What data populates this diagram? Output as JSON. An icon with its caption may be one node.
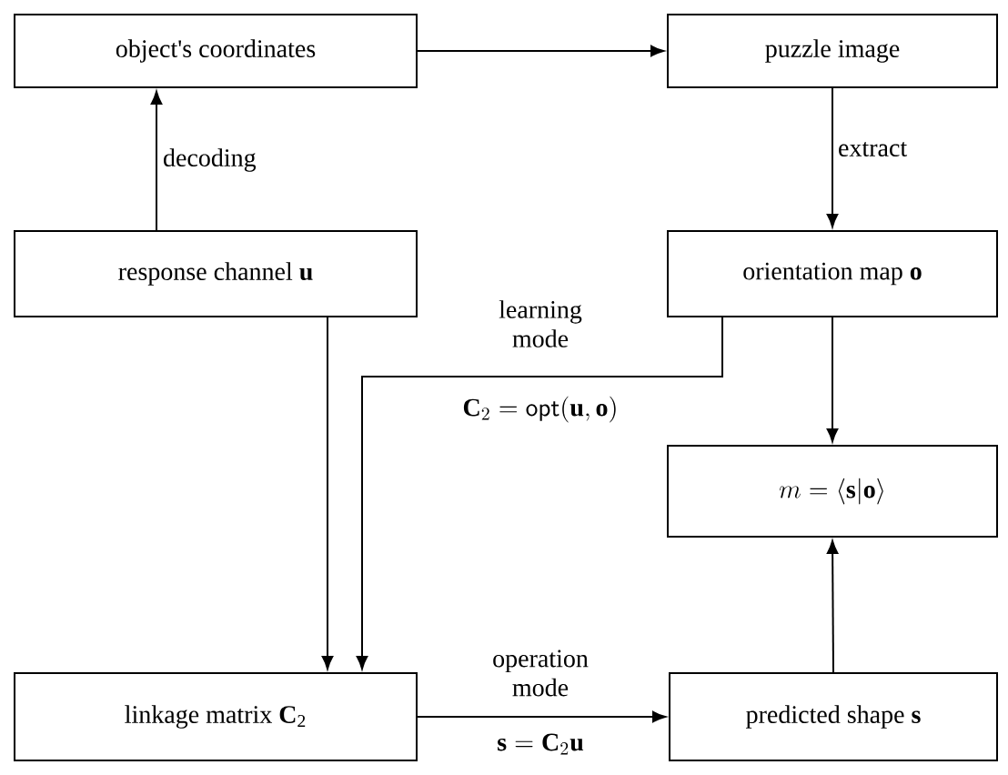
{
  "diagram": {
    "nodes": [
      {
        "text": [
          "object's coordinates"
        ]
      },
      {
        "text": [
          "puzzle image"
        ]
      },
      {
        "text": [
          "response channel **u**"
        ]
      },
      {
        "text": [
          "orientation map **o**"
        ]
      },
      {
        "text": [
          "m = \\langle \\mathbf{s} | \\mathbf{o} \\rangle"
        ]
      },
      {
        "text": [
          "linkage matrix  **C**$_{2}$"
        ]
      },
      {
        "text": [
          "predicted shape **s**"
        ]
      }
    ],
    "edges": [
      {
        "from": 2,
        "to": 0,
        "arrow": "to",
        "label": "decoding"
      },
      {
        "from": 0,
        "to": 1,
        "arrow": "to"
      },
      {
        "from": 1,
        "to": 3,
        "arrow": "to",
        "label": "extract"
      },
      {
        "from": 3,
        "to": 4,
        "arrow": "to"
      },
      {
        "from": 6,
        "to": 4,
        "arrow": "to"
      },
      {
        "from": 2,
        "to": 5,
        "arrow": "to"
      },
      {
        "from": 3,
        "to": 5,
        "arrow": "to",
        "label": "learning mode"
      },
      {
        "from": 5,
        "to": 6,
        "arrow": "to",
        "label": "operation mode"
      }
    ],
    "labels": [
      "\\mathbf{C}_2 = \\mathsf{opt}(\\mathbf{u}, \\mathbf{o})",
      "\\mathbf{s} = \\mathbf{C}_2\\mathbf{u}"
    ]
  }
}
